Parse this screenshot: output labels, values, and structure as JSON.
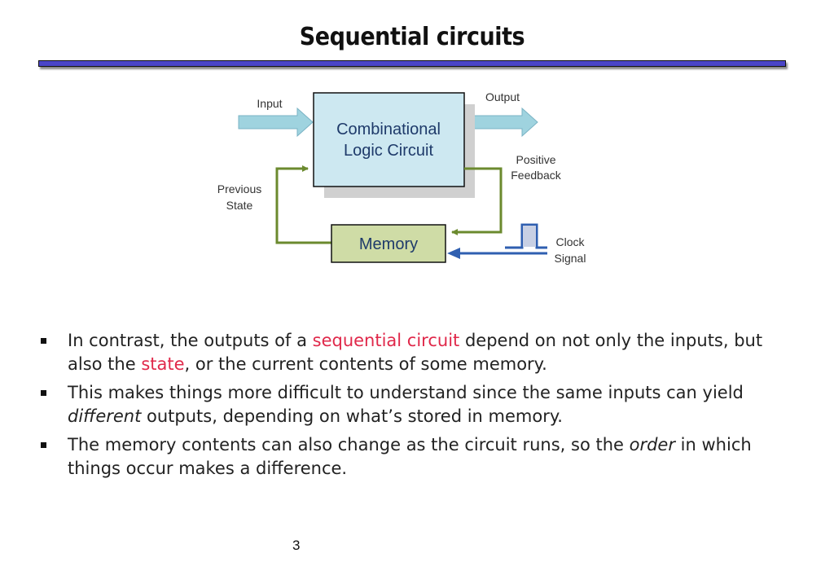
{
  "title": "Sequential circuits",
  "diagram": {
    "input_label": "Input",
    "output_label": "Output",
    "logic_line1": "Combinational",
    "logic_line2": "Logic Circuit",
    "feedback_line1": "Positive",
    "feedback_line2": "Feedback",
    "prev_line1": "Previous",
    "prev_line2": "State",
    "memory_label": "Memory",
    "clock_line1": "Clock",
    "clock_line2": "Signal"
  },
  "bullets": [
    {
      "pre": "In contrast, the outputs of a ",
      "hl1": "sequential circuit",
      "mid": " depend on not only the inputs, but also the ",
      "hl2": "state",
      "post": ", or the current contents of some memory."
    },
    {
      "pre": "This makes things more difficult to understand since the same inputs can yield ",
      "em": "different",
      "post": " outputs, depending on what’s stored in memory."
    },
    {
      "pre": "The memory contents can also change as the circuit runs, so the ",
      "em": "order",
      "post": " in which things occur makes a difference."
    }
  ],
  "page_number": "3"
}
